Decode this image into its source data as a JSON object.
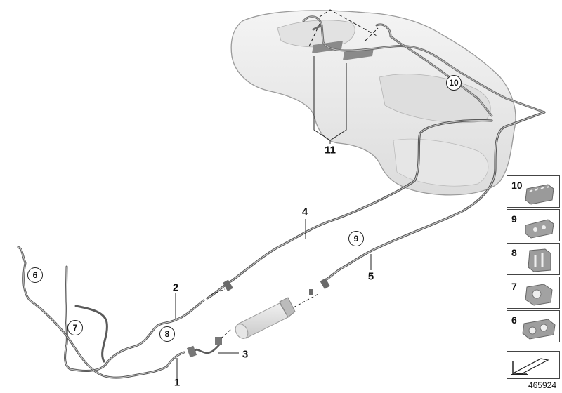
{
  "callouts": {
    "c1": "1",
    "c2": "2",
    "c3": "3",
    "c4": "4",
    "c5": "5",
    "c11": "11",
    "circ6": "6",
    "circ7": "7",
    "circ8": "8",
    "circ9": "9",
    "circ10": "10"
  },
  "legend": [
    {
      "number": "10",
      "icon": "clip-10-icon"
    },
    {
      "number": "9",
      "icon": "clip-9-icon"
    },
    {
      "number": "8",
      "icon": "clip-8-icon"
    },
    {
      "number": "7",
      "icon": "clip-7-icon"
    },
    {
      "number": "6",
      "icon": "clip-6-icon"
    }
  ],
  "navigation_icon": "arrow-back-icon",
  "figure_id": "465924",
  "colors": {
    "tank_fill": "#ebebeb",
    "tank_stroke": "#9a9a9a",
    "line_stroke": "#555555",
    "label_bar": "#8a8a8a"
  }
}
